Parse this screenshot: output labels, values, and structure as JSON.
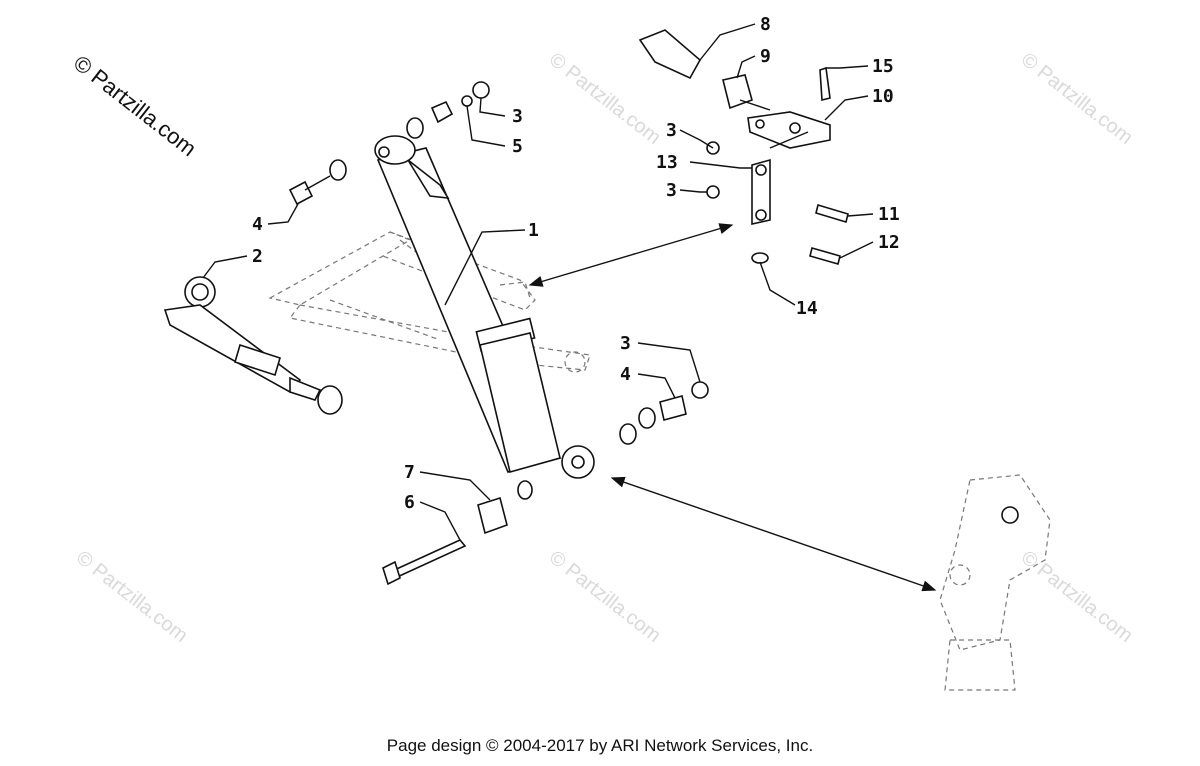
{
  "watermark": {
    "main": "© Partzilla.com",
    "faint": "© Partzilla.com"
  },
  "callouts": {
    "c1": "1",
    "c2": "2",
    "c3a": "3",
    "c5": "5",
    "c4a": "4",
    "c8": "8",
    "c9": "9",
    "c15": "15",
    "c10": "10",
    "c3b": "3",
    "c13": "13",
    "c3c": "3",
    "c11": "11",
    "c12": "12",
    "c14": "14",
    "c3d": "3",
    "c4b": "4",
    "c7": "7",
    "c6": "6"
  },
  "footer": {
    "text": "Page design © 2004-2017 by ARI Network Services, Inc."
  }
}
